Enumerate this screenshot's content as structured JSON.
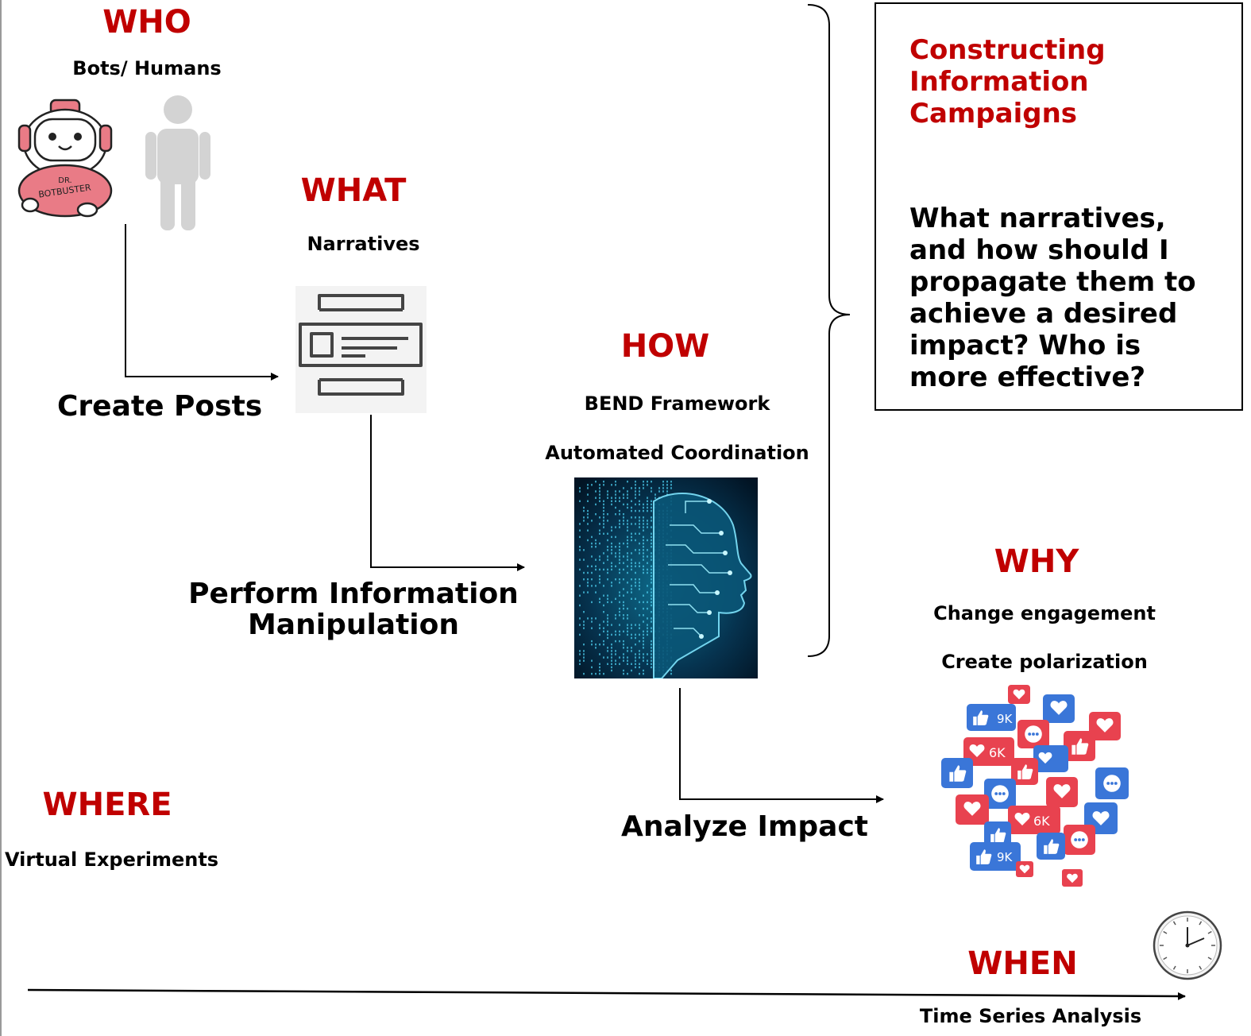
{
  "who": {
    "heading": "WHO",
    "subtitle": "Bots/ Humans",
    "bot_badge_text": "DR. BOTBUSTER"
  },
  "what": {
    "heading": "WHAT",
    "subtitle": "Narratives"
  },
  "how": {
    "heading": "HOW",
    "line1": "BEND Framework",
    "line2": "Automated Coordination"
  },
  "why": {
    "heading": "WHY",
    "line1": "Change engagement",
    "line2": "Create polarization"
  },
  "where": {
    "heading": "WHERE",
    "subtitle": "Virtual Experiments"
  },
  "when": {
    "heading": "WHEN",
    "subtitle": "Time Series Analysis"
  },
  "steps": {
    "create_posts": "Create Posts",
    "perform_line1": "Perform Information",
    "perform_line2": "Manipulation",
    "analyze_impact": "Analyze Impact"
  },
  "campaign_box": {
    "title": "Constructing Information Campaigns",
    "question": "What narratives, and how should I propagate them to achieve a desired impact? Who is more effective?"
  },
  "reactions": {
    "count_9k": "9K",
    "count_6k": "6K"
  },
  "colors": {
    "heading_red": "#c00000",
    "reaction_blue": "#3a76d8",
    "reaction_red": "#e8424f",
    "ai_cyan": "#3fd0ee"
  }
}
